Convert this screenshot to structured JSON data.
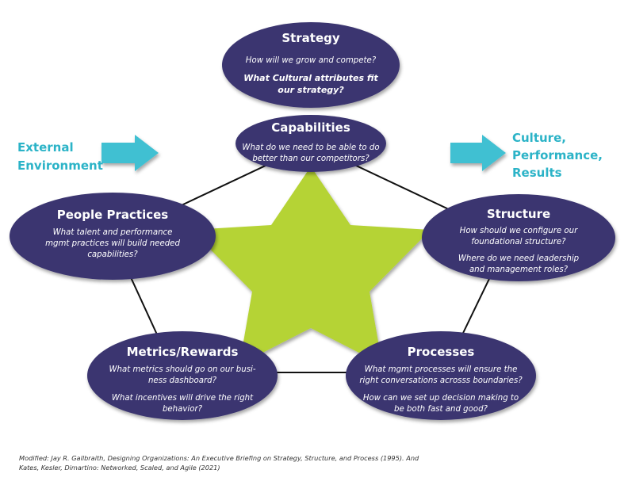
{
  "nodes": {
    "strategy": {
      "title": "Strategy",
      "lines": [
        "How will we grow and compete?"
      ],
      "bold_lines": [
        "What Cultural attributes fit",
        "our strategy?"
      ]
    },
    "capabilities": {
      "title": "Capabilities",
      "lines": [
        "What do we need to be able to do",
        "better than our competitors?"
      ]
    },
    "people_practices": {
      "title": "People Practices",
      "lines": [
        "What talent and performance",
        "mgmt practices will build needed",
        "capabilities?"
      ]
    },
    "structure": {
      "title": "Structure",
      "lines": [
        "How should we configure our",
        "foundational structure?",
        "Where do we need leadership",
        "and management roles?"
      ]
    },
    "metrics_rewards": {
      "title": "Metrics/Rewards",
      "lines": [
        "What metrics should go on our busi-",
        "ness dashboard?",
        "What incentives will drive the right",
        "behavior?"
      ]
    },
    "processes": {
      "title": "Processes",
      "lines": [
        "What mgmt processes will ensure the",
        "right conversations acrosss boundaries?",
        "How can we set up decision making to",
        "be both fast and good?"
      ]
    }
  },
  "left_label": [
    "External",
    "Environment"
  ],
  "right_label": [
    "Culture,",
    "Performance,",
    "Results"
  ],
  "citation": "Modified:  Jay R. Gallbraith, Designing Organizations: An Executive Briefing on Strategy, Structure, and Process (1995). And Kates, Kesler, Dimartino: Networked, Scaled, and Agile (2021)",
  "colors": {
    "node_fill": "#3b3670",
    "star_fill": "#b5d334",
    "arrow_fill": "#3fc0d2",
    "label_color": "#2bb3c7",
    "line_color": "#111111"
  }
}
